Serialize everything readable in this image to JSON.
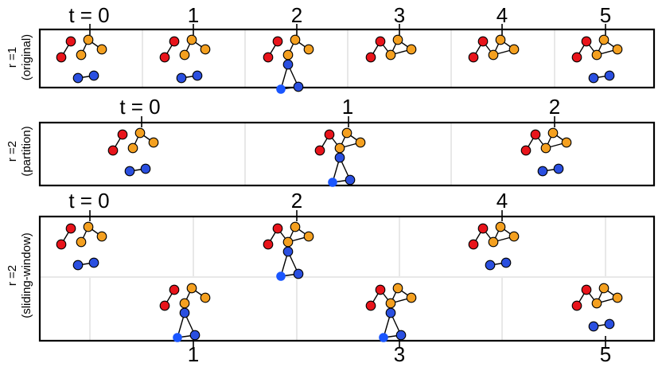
{
  "colors": {
    "red": "#e8141b",
    "orange": "#f4a020",
    "blue": "#2a4fe0",
    "lightblue": "#1a56ff"
  },
  "rows": [
    {
      "side_label_line1": "r =1",
      "side_label_line2": "(original)",
      "top_labels": [
        "t  = 0",
        "1",
        "2",
        "3",
        "4",
        "5"
      ],
      "bottom_labels": []
    },
    {
      "side_label_line1": "r =2",
      "side_label_line2": "(partition)",
      "top_labels": [
        "t  = 0",
        "1",
        "2"
      ],
      "bottom_labels": []
    },
    {
      "side_label_line1": "r =2",
      "side_label_line2": "(sliding-window)",
      "top_labels": [
        "t  = 0",
        "2",
        "4"
      ],
      "bottom_labels": [
        "1",
        "3",
        "5"
      ]
    }
  ]
}
